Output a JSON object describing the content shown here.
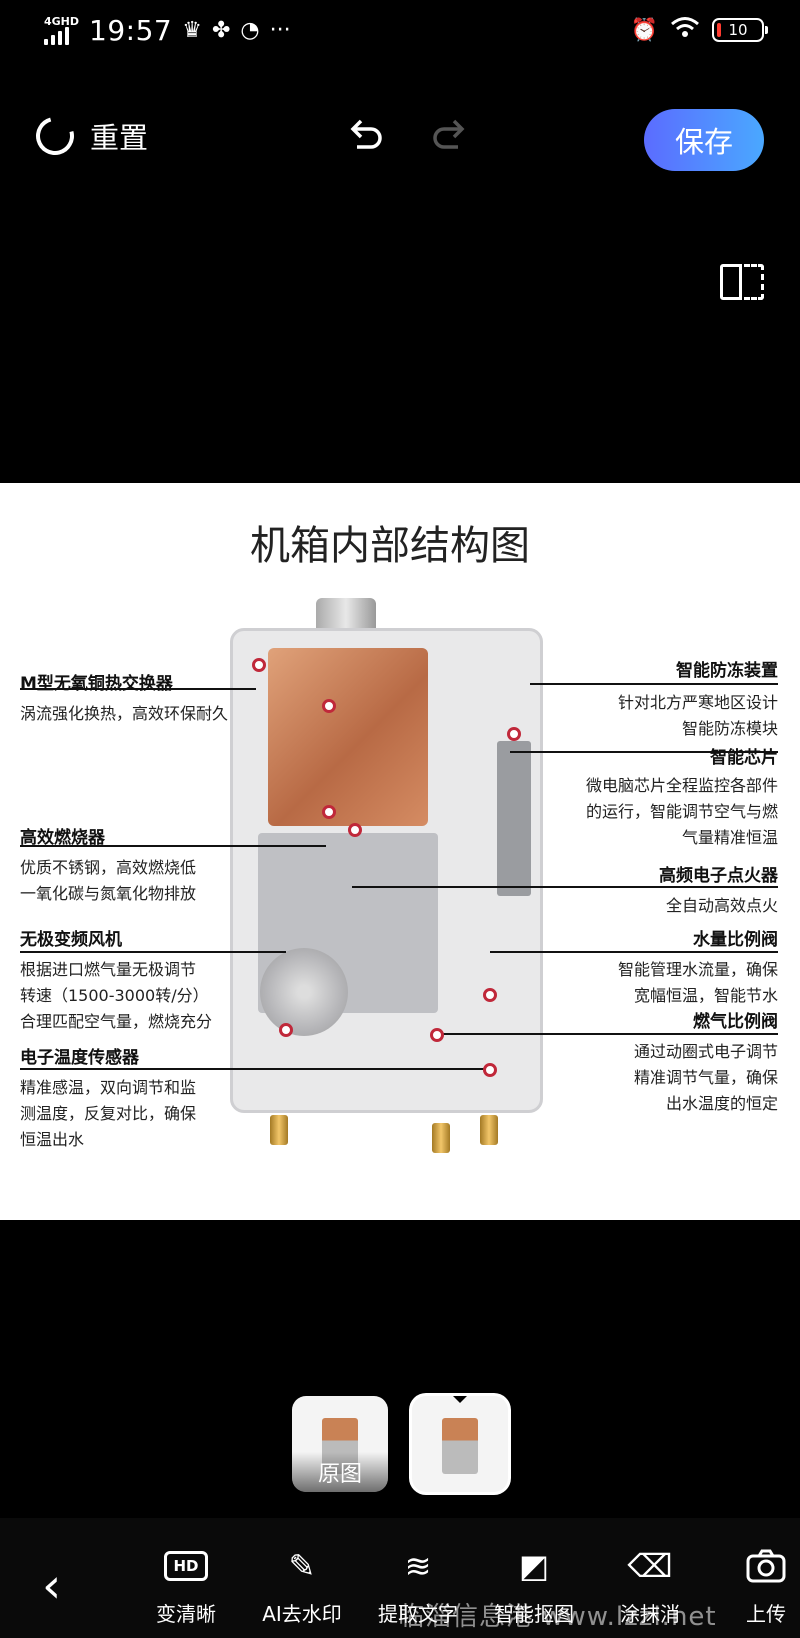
{
  "status": {
    "network": "4GHD",
    "time": "19:57",
    "battery": "10"
  },
  "toolbar": {
    "reset_label": "重置",
    "save_label": "保存"
  },
  "diagram": {
    "title": "机箱内部结构图",
    "left_labels": [
      {
        "title": "M型无氧铜热交换器",
        "lines": [
          "涡流强化换热，高效环保耐久"
        ]
      },
      {
        "title": "高效燃烧器",
        "lines": [
          "优质不锈钢，高效燃烧低",
          "一氧化碳与氮氧化物排放"
        ]
      },
      {
        "title": "无极变频风机",
        "lines": [
          "根据进口燃气量无极调节",
          "转速（1500-3000转/分）",
          "合理匹配空气量，燃烧充分"
        ]
      },
      {
        "title": "电子温度传感器",
        "lines": [
          "精准感温，双向调节和监",
          "测温度，反复对比，确保",
          "恒温出水"
        ]
      }
    ],
    "right_labels": [
      {
        "title": "智能防冻装置",
        "lines": [
          "针对北方严寒地区设计",
          "智能防冻模块"
        ]
      },
      {
        "title": "智能芯片",
        "lines": [
          "微电脑芯片全程监控各部件",
          "的运行，智能调节空气与燃",
          "气量精准恒温"
        ]
      },
      {
        "title": "高频电子点火器",
        "lines": [
          "全自动高效点火"
        ]
      },
      {
        "title": "水量比例阀",
        "lines": [
          "智能管理水流量，确保",
          "宽幅恒温，智能节水"
        ]
      },
      {
        "title": "燃气比例阀",
        "lines": [
          "通过动圈式电子调节",
          "精准调节气量，确保",
          "出水温度的恒定"
        ]
      }
    ]
  },
  "thumbnails": [
    {
      "caption": "原图"
    },
    {
      "caption": ""
    }
  ],
  "bottom_tools": [
    {
      "icon": "hd-icon",
      "label": "变清晰"
    },
    {
      "icon": "ai-wand-icon",
      "label": "AI去水印"
    },
    {
      "icon": "extract-icon",
      "label": "提取文字"
    },
    {
      "icon": "smart-crop-icon",
      "label": "智能抠图"
    },
    {
      "icon": "eraser-icon",
      "label": "涂抹消"
    },
    {
      "icon": "camera-icon",
      "label": "上传"
    }
  ],
  "watermark": "临淄信息港 www.lzzl.net"
}
